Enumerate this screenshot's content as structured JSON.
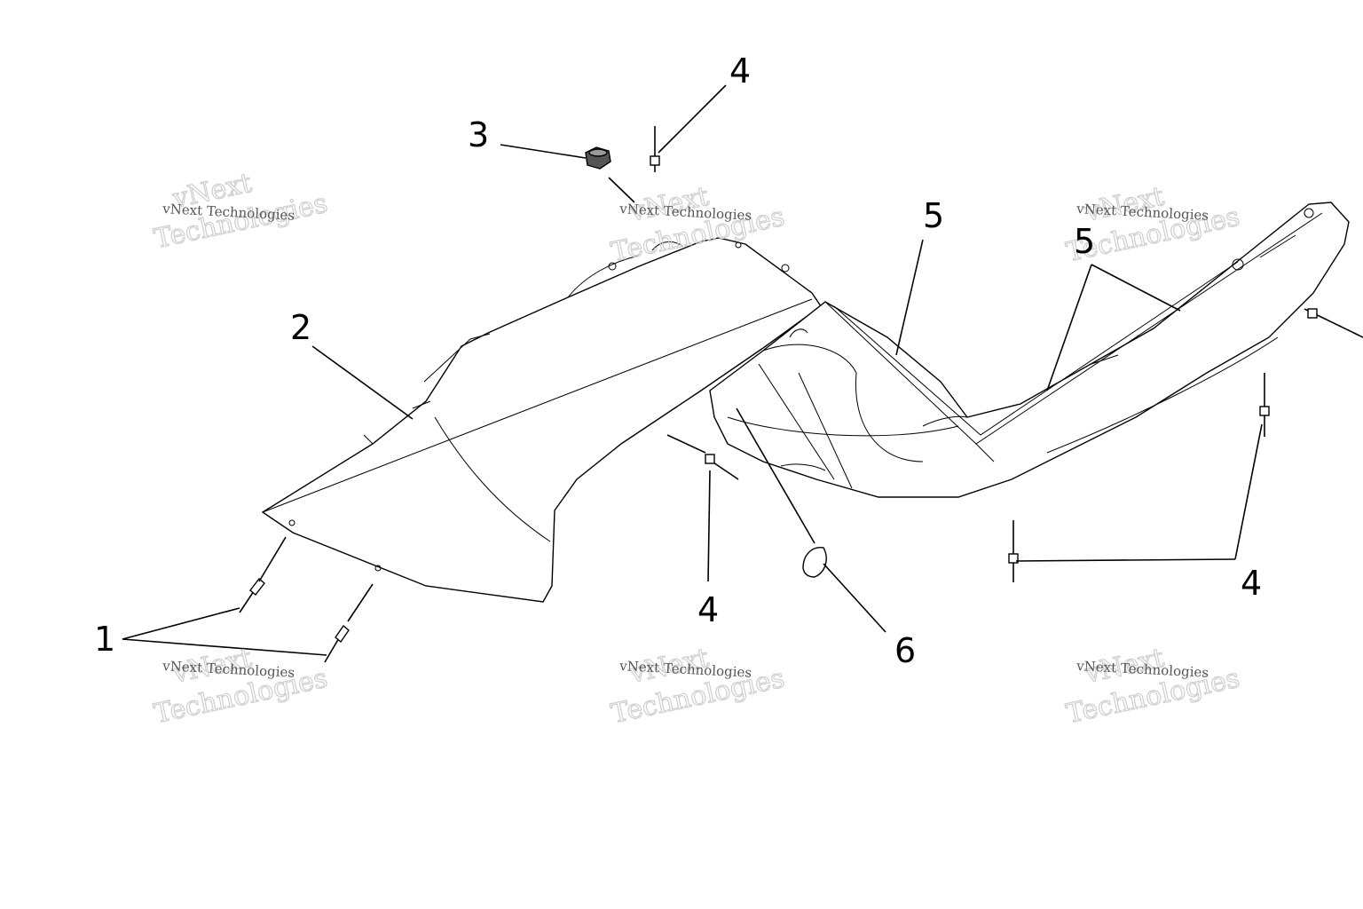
{
  "callouts": {
    "c1": "1",
    "c2": "2",
    "c3": "3",
    "c4a": "4",
    "c4b": "4",
    "c4c": "4",
    "c5a": "5",
    "c5b": "5",
    "c6": "6"
  },
  "watermark": {
    "brand": "vNext",
    "line": "vNext Technologies",
    "word": "Technologies"
  }
}
